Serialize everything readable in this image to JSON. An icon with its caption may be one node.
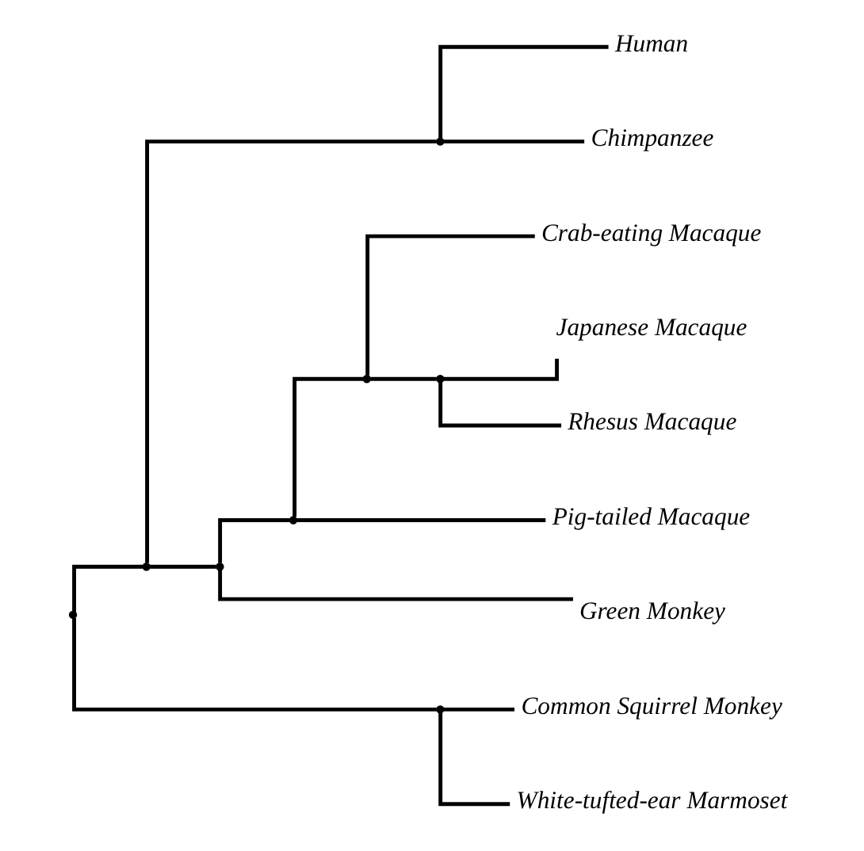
{
  "diagram": {
    "nodes": [
      {
        "text": [],
        "shape": "point"
      },
      {
        "text": [],
        "shape": "point"
      },
      {
        "text": [],
        "shape": "point"
      },
      {
        "text": [
          "Human"
        ]
      },
      {
        "text": [
          "Chimpanzee"
        ]
      },
      {
        "text": [],
        "shape": "point"
      },
      {
        "text": [],
        "shape": "point"
      },
      {
        "text": [],
        "shape": "point"
      },
      {
        "text": [
          "Crab-eating Macaque"
        ]
      },
      {
        "text": [],
        "shape": "point"
      },
      {
        "text": [
          "Japanese Macaque"
        ]
      },
      {
        "text": [
          "Rhesus Macaque"
        ]
      },
      {
        "text": [
          "Pig-tailed Macaque"
        ]
      },
      {
        "text": [
          "Green Monkey"
        ]
      },
      {
        "text": [],
        "shape": "point"
      },
      {
        "text": [
          "Common Squirrel Monkey"
        ]
      },
      {
        "text": [
          "White-tufted-ear Marmoset"
        ]
      }
    ],
    "edges": [
      {
        "from": 0,
        "to": 1,
        "arrow": "none"
      },
      {
        "from": 1,
        "to": 2,
        "arrow": "none"
      },
      {
        "from": 2,
        "to": 3,
        "arrow": "none"
      },
      {
        "from": 2,
        "to": 4,
        "arrow": "none"
      },
      {
        "from": 1,
        "to": 5,
        "arrow": "none"
      },
      {
        "from": 5,
        "to": 6,
        "arrow": "none"
      },
      {
        "from": 6,
        "to": 7,
        "arrow": "none"
      },
      {
        "from": 7,
        "to": 8,
        "arrow": "none"
      },
      {
        "from": 7,
        "to": 9,
        "arrow": "none"
      },
      {
        "from": 9,
        "to": 10,
        "arrow": "none"
      },
      {
        "from": 9,
        "to": 11,
        "arrow": "none"
      },
      {
        "from": 6,
        "to": 12,
        "arrow": "none"
      },
      {
        "from": 5,
        "to": 13,
        "arrow": "none"
      },
      {
        "from": 0,
        "to": 14,
        "arrow": "none"
      },
      {
        "from": 14,
        "to": 15,
        "arrow": "none"
      },
      {
        "from": 14,
        "to": 16,
        "arrow": "none"
      }
    ]
  }
}
